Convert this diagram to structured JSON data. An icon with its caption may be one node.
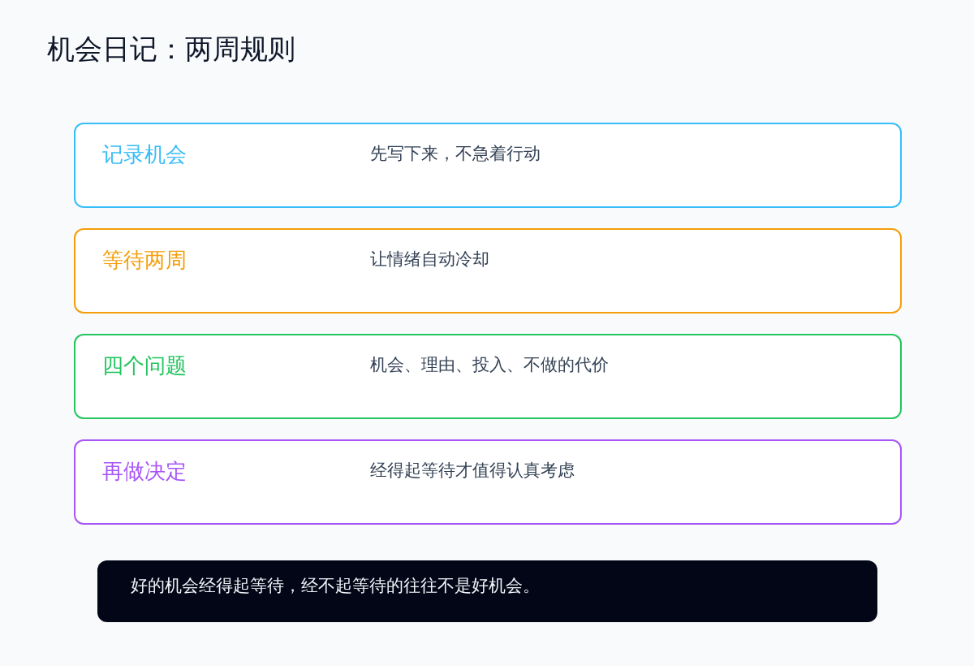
{
  "diagram": {
    "title": "机会日记：两周规则",
    "nodes": [
      {
        "text": [
          "记录机会",
          "先写下来，不急着行动"
        ]
      },
      {
        "text": [
          "等待两周",
          "让情绪自动冷却"
        ]
      },
      {
        "text": [
          "四个问题",
          "机会、理由、投入、不做的代价"
        ]
      },
      {
        "text": [
          "再做决定",
          "经得起等待才值得认真考虑"
        ]
      },
      {
        "text": [
          "好的机会经得起等待，经不起等待的往往不是好机会。"
        ]
      }
    ]
  }
}
